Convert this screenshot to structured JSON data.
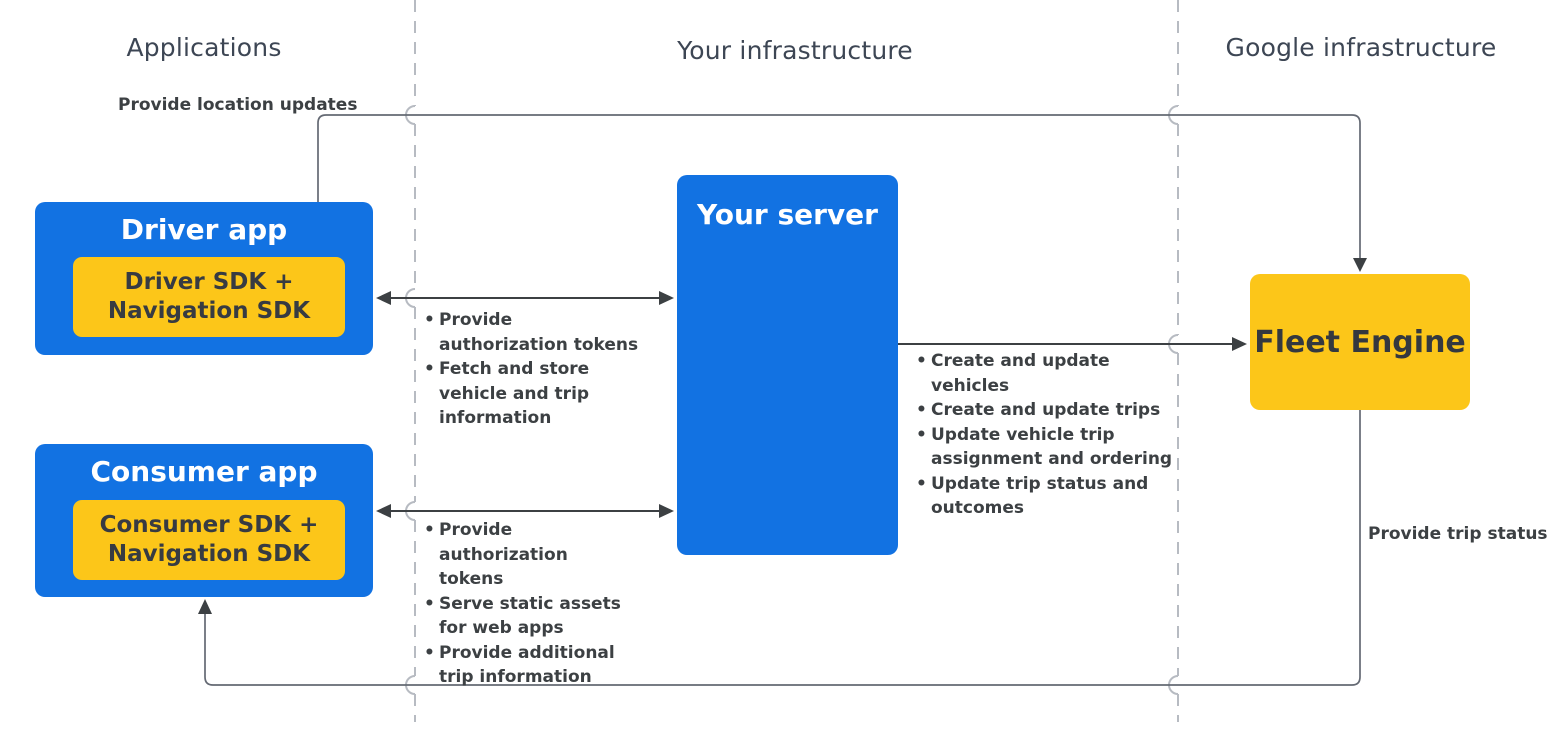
{
  "headers": {
    "applications": "Applications",
    "your_infrastructure": "Your infrastructure",
    "google_infrastructure": "Google infrastructure"
  },
  "nodes": {
    "driver_app": {
      "title": "Driver app",
      "sdk_line1": "Driver SDK +",
      "sdk_line2": "Navigation SDK"
    },
    "consumer_app": {
      "title": "Consumer app",
      "sdk_line1": "Consumer SDK +",
      "sdk_line2": "Navigation SDK"
    },
    "your_server": {
      "title": "Your server"
    },
    "fleet_engine": {
      "title": "Fleet Engine"
    }
  },
  "edge_labels": {
    "provide_location_updates": "Provide location updates",
    "provide_trip_status": "Provide trip status"
  },
  "lists": {
    "driver_server": {
      "items": [
        "Provide authorization tokens",
        "Fetch and store vehicle and trip information"
      ]
    },
    "consumer_server": {
      "items": [
        "Provide authorization tokens",
        "Serve static assets for web apps",
        "Provide additional trip information"
      ]
    },
    "server_fleet": {
      "items": [
        "Create and update vehicles",
        "Create and update trips",
        "Update vehicle trip assignment and ordering",
        "Update trip status and outcomes"
      ]
    }
  },
  "colors": {
    "node_blue": "#1272e2",
    "node_yellow": "#fcc619",
    "arrow_dark": "#3c4043",
    "loop_line_gray": "#646973",
    "dashed_boundary_gray": "#b7bbc2",
    "header_text": "#3d4654",
    "label_text": "#3c4043",
    "title_text_on_blue": "#ffffff",
    "text_on_yellow": "#373b42"
  }
}
